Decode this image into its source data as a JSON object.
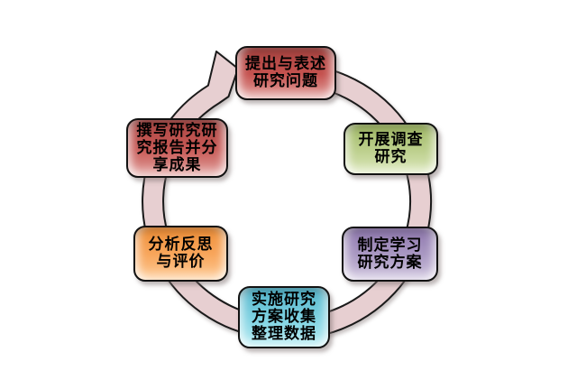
{
  "diagram": {
    "type": "cycle",
    "background": "#ffffff",
    "direction": "clockwise",
    "ring": {
      "fill": "#e7cfd1",
      "outline": "#1a1a1a",
      "arrowhead": "points-to-top-node"
    },
    "text_color": "#000000",
    "border_color": "#121212",
    "nodes": [
      {
        "id": "pose-question",
        "position": "top",
        "label": "提出与表述\n研究问题",
        "color": "#c0504d",
        "colors": {
          "top": "#a84340",
          "mid": "#c5524f",
          "bottom": "#e29e9b"
        }
      },
      {
        "id": "conduct-survey",
        "position": "upper-right",
        "label": "开展调查\n研究",
        "color": "#9bbb59",
        "colors": {
          "top": "#9fb864",
          "mid": "#bccf8c",
          "bottom": "#dbe7ba"
        }
      },
      {
        "id": "make-study-plan",
        "position": "lower-right",
        "label": "制定学习\n研究方案",
        "color": "#9f8ab8",
        "colors": {
          "top": "#8f78ae",
          "mid": "#aa99c3",
          "bottom": "#cfc4de"
        }
      },
      {
        "id": "implement-collect-data",
        "position": "bottom",
        "label": "实施研究\n方案收集\n整理数据",
        "color": "#4bacc6",
        "colors": {
          "top": "#52b4ca",
          "mid": "#7ed2e2",
          "bottom": "#b6ecf3"
        }
      },
      {
        "id": "analyze-reflect",
        "position": "lower-left",
        "label": "分析反思\n与评价",
        "color": "#f79646",
        "colors": {
          "top": "#ee8e36",
          "mid": "#f8a65c",
          "bottom": "#fecb95"
        }
      },
      {
        "id": "write-share-report",
        "position": "upper-left",
        "label": "撰写研究研\n究报告并分\n享成果",
        "color": "#c0504d",
        "colors": {
          "top": "#ab4744",
          "mid": "#c75955",
          "bottom": "#e2a19e"
        }
      }
    ]
  }
}
